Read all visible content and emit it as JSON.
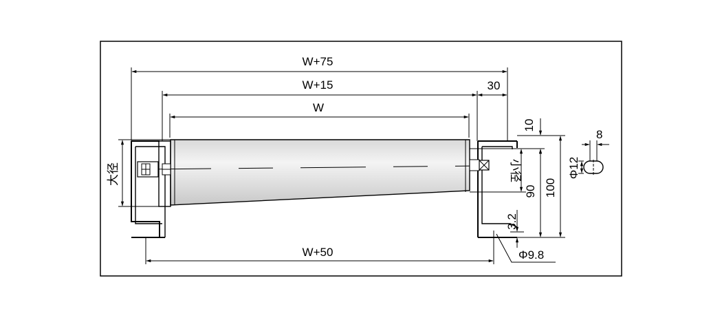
{
  "dimensions": {
    "overall_width": "W+75",
    "frame_inner_width": "W+15",
    "roller_width": "W",
    "end_offset": "30",
    "mount_hole_span": "W+50",
    "large_diameter": "大径",
    "small_diameter": "小径",
    "top_offset": "10",
    "flange_height": "90",
    "frame_height": "100",
    "slot_width": "8",
    "slot_diameter": "Φ12",
    "plate_thickness": "3.2",
    "hole_diameter": "Φ9.8"
  }
}
